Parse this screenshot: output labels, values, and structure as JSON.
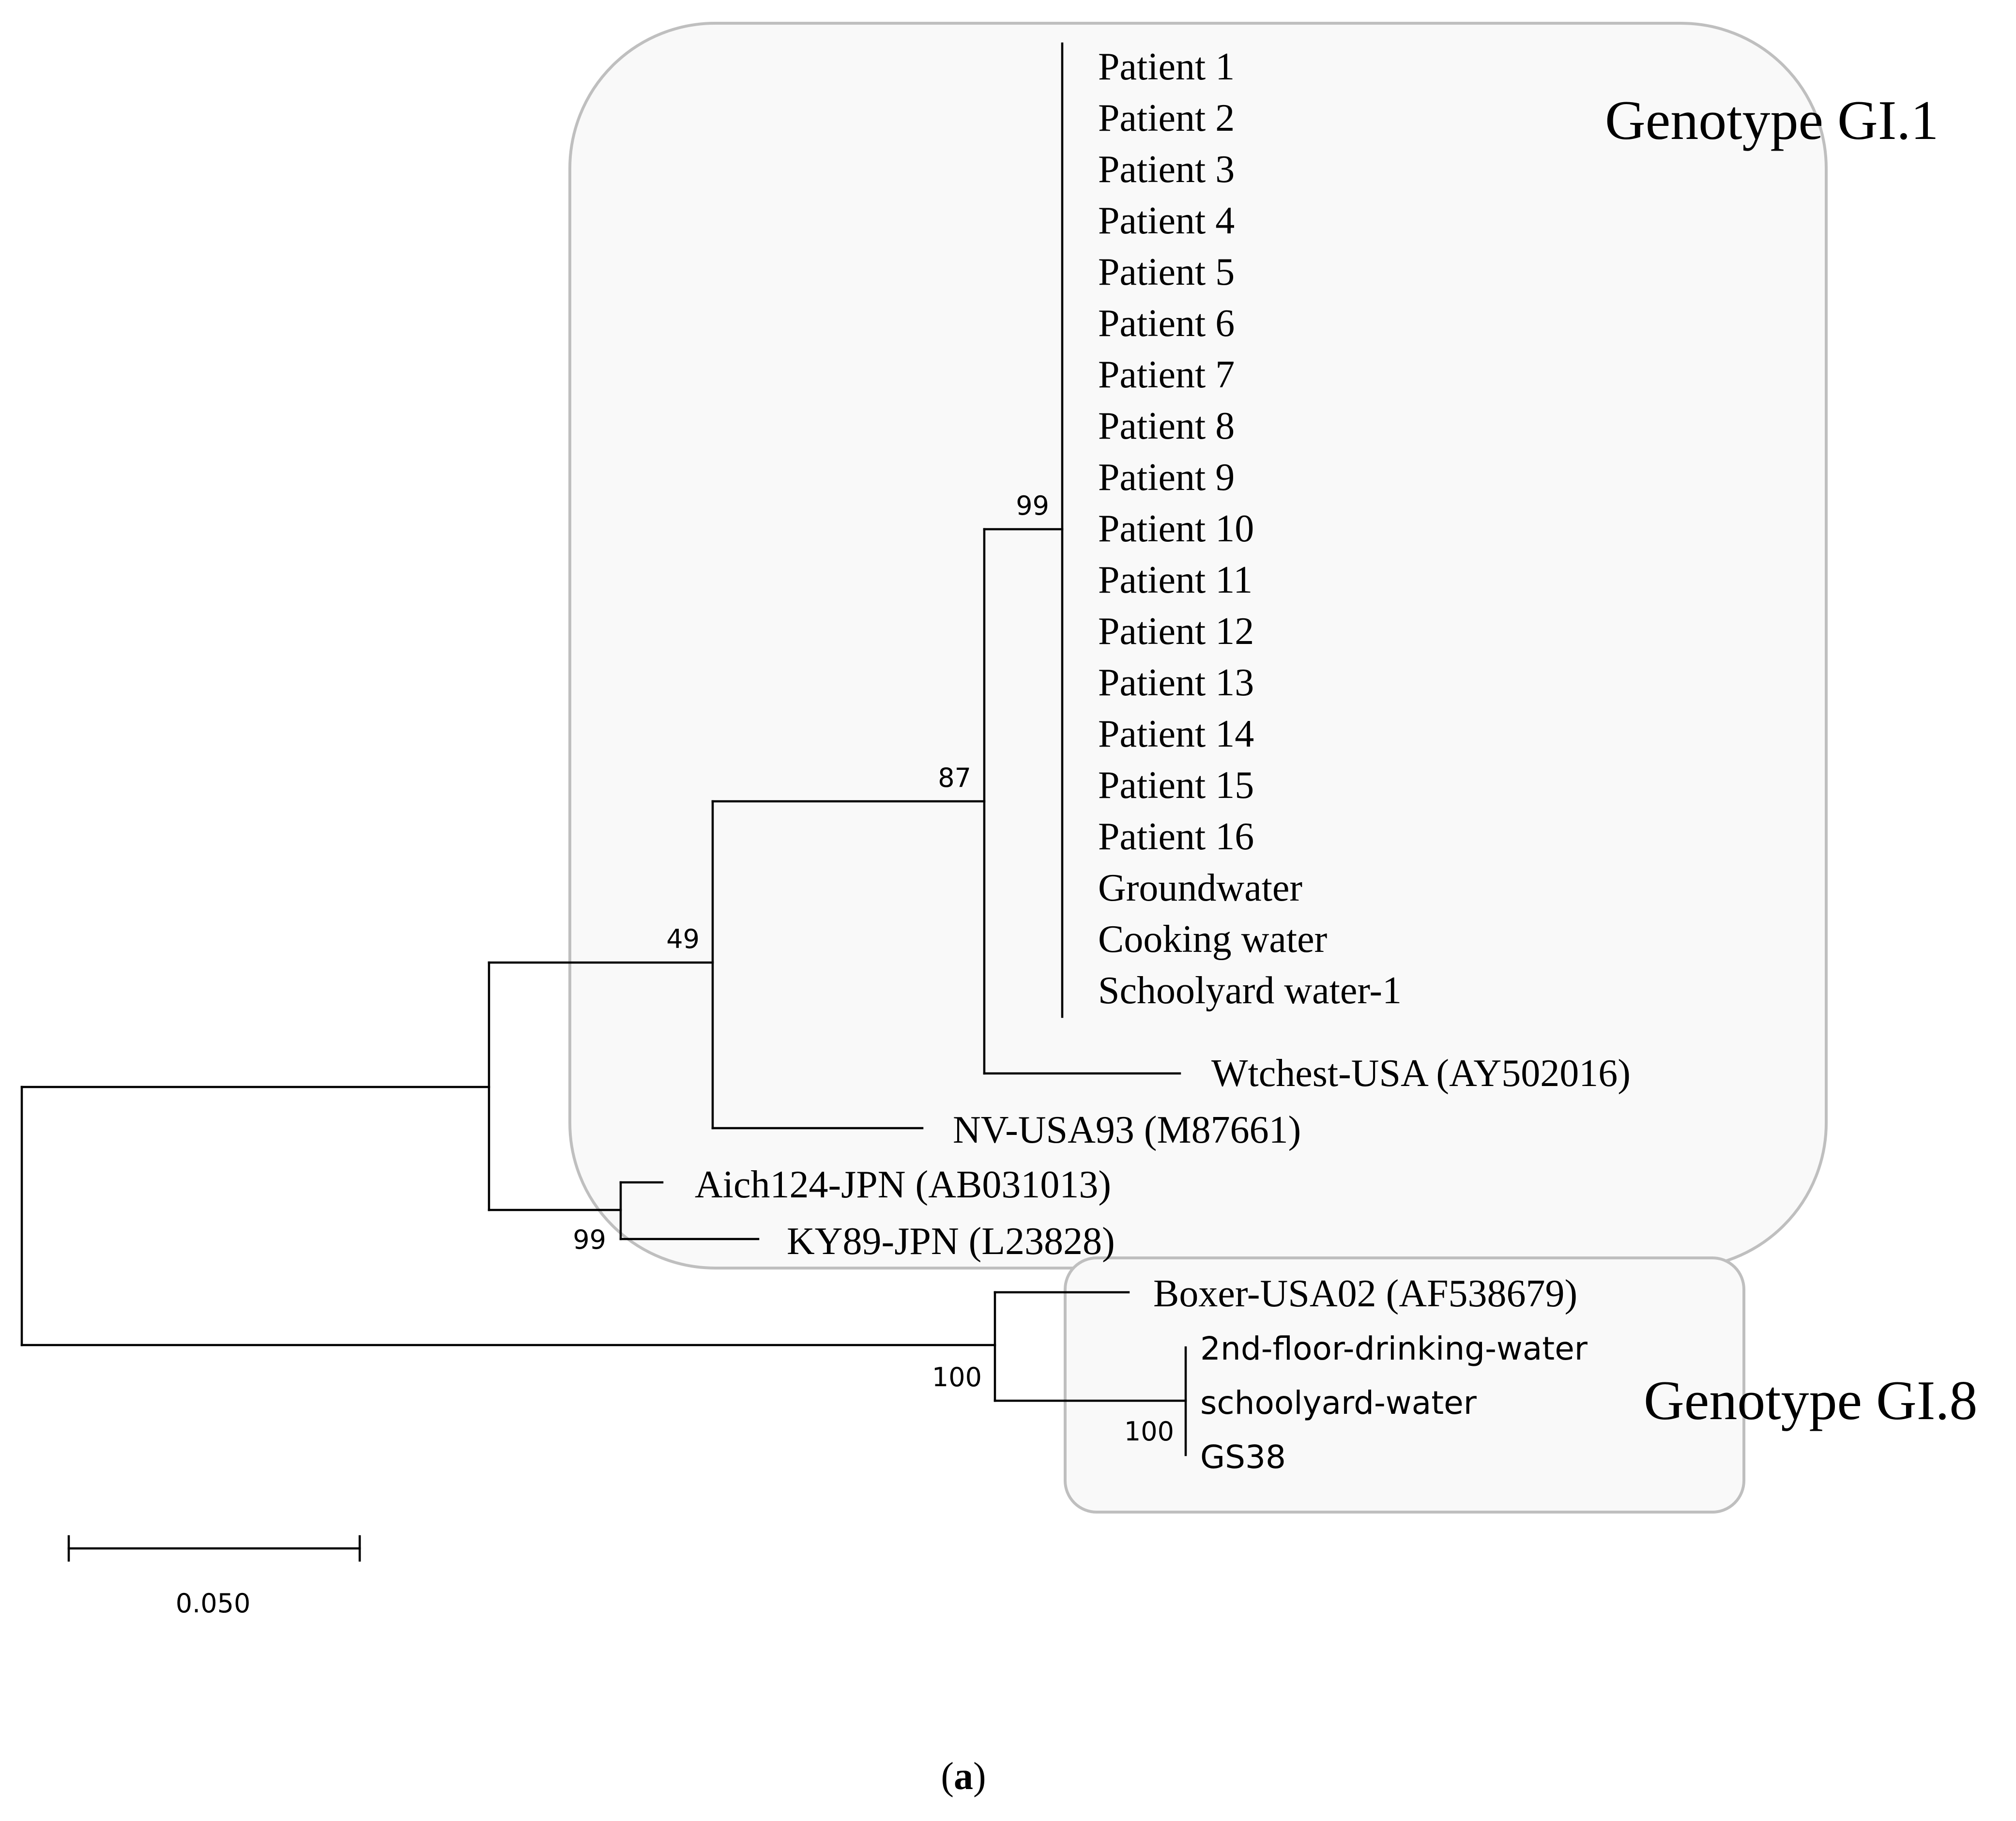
{
  "clusters": [
    {
      "label": "Genotype GI.1"
    },
    {
      "label": "Genotype GI.8"
    }
  ],
  "clade_gi1_leaves": [
    "Patient 1",
    "Patient 2",
    "Patient 3",
    "Patient 4",
    "Patient 5",
    "Patient 6",
    "Patient 7",
    "Patient 8",
    "Patient 9",
    "Patient 10",
    "Patient 11",
    "Patient 12",
    "Patient 13",
    "Patient 14",
    "Patient 15",
    "Patient 16",
    "Groundwater",
    "Cooking water",
    "Schoolyard water-1"
  ],
  "reference_strains": {
    "wtchest": "Wtchest-USA (AY502016)",
    "nv_usa93": "NV-USA93 (M87661)",
    "aich124": "Aich124-JPN (AB031013)",
    "ky89": "KY89-JPN (L23828)",
    "boxer": "Boxer-USA02 (AF538679)"
  },
  "clade_gi8_leaves": [
    "2nd-floor-drinking-water",
    "schoolyard-water",
    "GS38"
  ],
  "bootstrap": {
    "gi1_patients": "99",
    "gi1_with_wtchest": "87",
    "gi1_with_nv": "49",
    "jpn_pair": "99",
    "gi8_all": "100",
    "gi8_samples": "100"
  },
  "scale_bar": {
    "label": "0.050"
  },
  "panel_label": {
    "open": "(",
    "letter": "a",
    "close": ")"
  }
}
